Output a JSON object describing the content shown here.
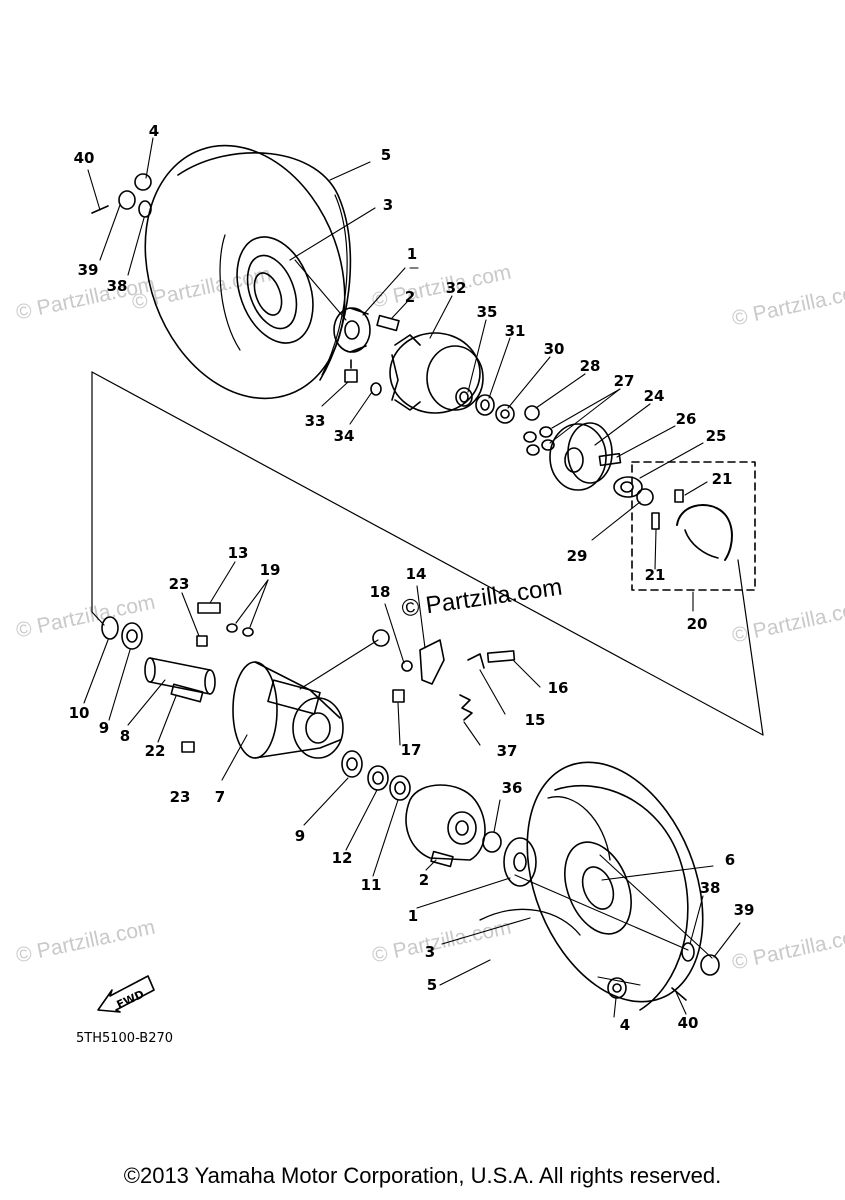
{
  "watermark": "© Partzilla.com",
  "center_watermark": "© Partzilla.com",
  "part_number": "5TH5100-B270",
  "fwd_label": "FWD",
  "copyright": "©2013 Yamaha Motor Corporation, U.S.A. All rights reserved.",
  "callouts": {
    "c40a": "40",
    "c4a": "4",
    "c5a": "5",
    "c3a": "3",
    "c39a": "39",
    "c38a": "38",
    "c1a": "1",
    "c2a": "2",
    "c32": "32",
    "c35": "35",
    "c31": "31",
    "c30": "30",
    "c28": "28",
    "c27": "27",
    "c24": "24",
    "c26": "26",
    "c25": "25",
    "c33": "33",
    "c34": "34",
    "c21a": "21",
    "c21b": "21",
    "c29": "29",
    "c20": "20",
    "c13": "13",
    "c19": "19",
    "c23a": "23",
    "c18": "18",
    "c14": "14",
    "c16": "16",
    "c15": "15",
    "c17": "17",
    "c37": "37",
    "c10": "10",
    "c9a": "9",
    "c8": "8",
    "c22": "22",
    "c23b": "23",
    "c7": "7",
    "c9b": "9",
    "c12": "12",
    "c11": "11",
    "c36": "36",
    "c2b": "2",
    "c1b": "1",
    "c3b": "3",
    "c5b": "5",
    "c4b": "4",
    "c6": "6",
    "c38b": "38",
    "c39b": "39",
    "c40b": "40"
  }
}
